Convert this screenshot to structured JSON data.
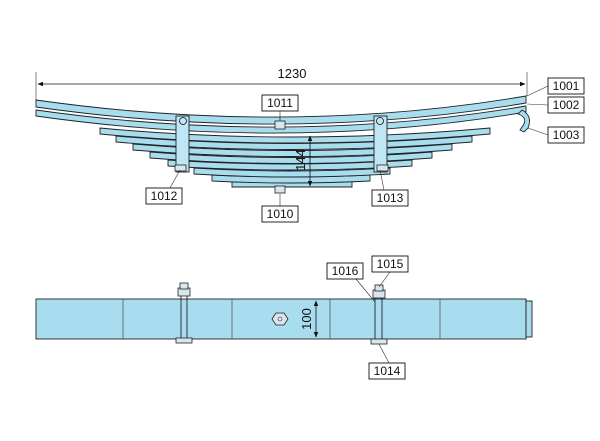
{
  "dimensions": {
    "length": "1230",
    "height": "144",
    "width": "100"
  },
  "labels": {
    "leaf_top": "1001",
    "leaf_main": "1002",
    "eye_end": "1003",
    "center_bolt_bottom": "1010",
    "center_bolt_top": "1011",
    "clip_left": "1012",
    "clip_right": "1013",
    "clip_bolt_bottom": "1014",
    "clip_bolt_top": "1015",
    "clip_band": "1016"
  },
  "colors": {
    "steel": "#a8dcef",
    "outline": "#222222"
  }
}
